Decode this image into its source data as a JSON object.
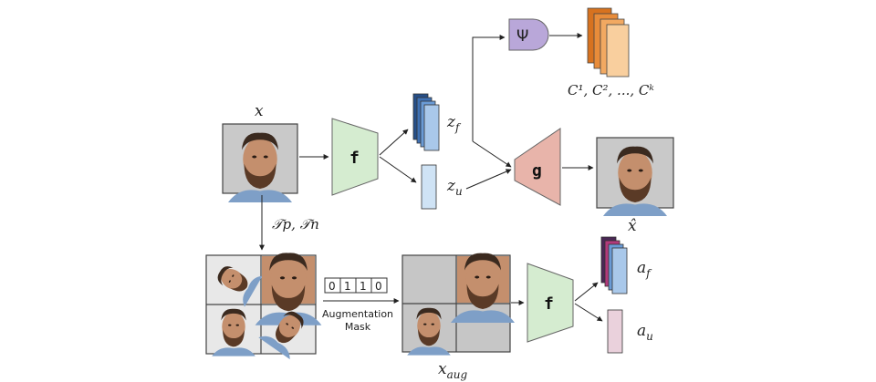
{
  "labels": {
    "x": "x",
    "x_hat": "x̂",
    "transforms": "𝒯p, 𝒯n",
    "z_f": "z",
    "z_f_sub": "f",
    "z_u": "z",
    "z_u_sub": "u",
    "a_f": "a",
    "a_f_sub": "f",
    "a_u": "a",
    "a_u_sub": "u",
    "x_aug": "x",
    "x_aug_sub": "aug",
    "psi": "Ψ",
    "clusters": "C¹, C², ..., Cᵏ",
    "encoder_top": "f",
    "encoder_bottom": "f",
    "decoder": "g",
    "mask_bits": [
      "0",
      "1",
      "1",
      "0"
    ],
    "mask_caption_1": "Augmentation",
    "mask_caption_2": "Mask"
  },
  "colors": {
    "encoder": "#d5ecd0",
    "decoder": "#e8b4aa",
    "psi": "#b9a7d9",
    "feature_blue": "#a9c8ea",
    "feature_light": "#cfe3f5",
    "cluster_orange": "#f5c18b",
    "a_u": "#ead1dc",
    "grid_gray": "#c6c6c6"
  },
  "icons": [
    "face-photo-icon"
  ]
}
